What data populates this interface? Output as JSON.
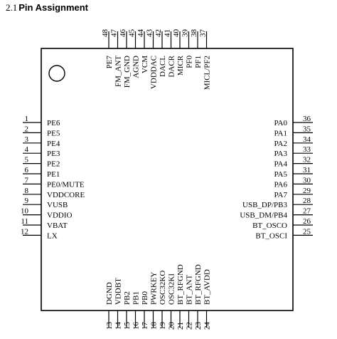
{
  "section": {
    "number": "2.1",
    "title": "Pin Assignment"
  },
  "pins": {
    "left": [
      {
        "num": "1",
        "name": "PE6"
      },
      {
        "num": "2",
        "name": "PE5"
      },
      {
        "num": "3",
        "name": "PE4"
      },
      {
        "num": "4",
        "name": "PE3"
      },
      {
        "num": "5",
        "name": "PE2"
      },
      {
        "num": "6",
        "name": "PE1"
      },
      {
        "num": "7",
        "name": "PE0/MUTE"
      },
      {
        "num": "8",
        "name": "VDDCORE"
      },
      {
        "num": "9",
        "name": "VUSB"
      },
      {
        "num": "10",
        "name": "VDDIO"
      },
      {
        "num": "11",
        "name": "VBAT"
      },
      {
        "num": "12",
        "name": "LX"
      }
    ],
    "bottom": [
      {
        "num": "13",
        "name": "DGND"
      },
      {
        "num": "14",
        "name": "VDDBT"
      },
      {
        "num": "15",
        "name": "PB2"
      },
      {
        "num": "16",
        "name": "PB1"
      },
      {
        "num": "17",
        "name": "PB0"
      },
      {
        "num": "18",
        "name": "PWRKEY"
      },
      {
        "num": "19",
        "name": "OSC32KO"
      },
      {
        "num": "20",
        "name": "OSC32KI"
      },
      {
        "num": "21",
        "name": "BT_RFGND"
      },
      {
        "num": "22",
        "name": "BT_ANT"
      },
      {
        "num": "23",
        "name": "BT_RFGND"
      },
      {
        "num": "24",
        "name": "BT_AVDD"
      }
    ],
    "right": [
      {
        "num": "25",
        "name": "BT_OSCI"
      },
      {
        "num": "26",
        "name": "BT_OSCO"
      },
      {
        "num": "27",
        "name": "USB_DM/PB4"
      },
      {
        "num": "28",
        "name": "USB_DP/PB3"
      },
      {
        "num": "29",
        "name": "PA7"
      },
      {
        "num": "30",
        "name": "PA6"
      },
      {
        "num": "31",
        "name": "PA5"
      },
      {
        "num": "32",
        "name": "PA4"
      },
      {
        "num": "33",
        "name": "PA3"
      },
      {
        "num": "34",
        "name": "PA2"
      },
      {
        "num": "35",
        "name": "PA1"
      },
      {
        "num": "36",
        "name": "PA0"
      }
    ],
    "top": [
      {
        "num": "37",
        "name": "MICL/PF2"
      },
      {
        "num": "38",
        "name": "PF1"
      },
      {
        "num": "39",
        "name": "PF0"
      },
      {
        "num": "40",
        "name": "MICR"
      },
      {
        "num": "41",
        "name": "DACR"
      },
      {
        "num": "42",
        "name": "DACL"
      },
      {
        "num": "43",
        "name": "VDDDAC"
      },
      {
        "num": "44",
        "name": "VCM"
      },
      {
        "num": "45",
        "name": "AGND"
      },
      {
        "num": "46",
        "name": "FM_GND"
      },
      {
        "num": "47",
        "name": "FM_ANT"
      },
      {
        "num": "48",
        "name": "PE7"
      }
    ]
  }
}
